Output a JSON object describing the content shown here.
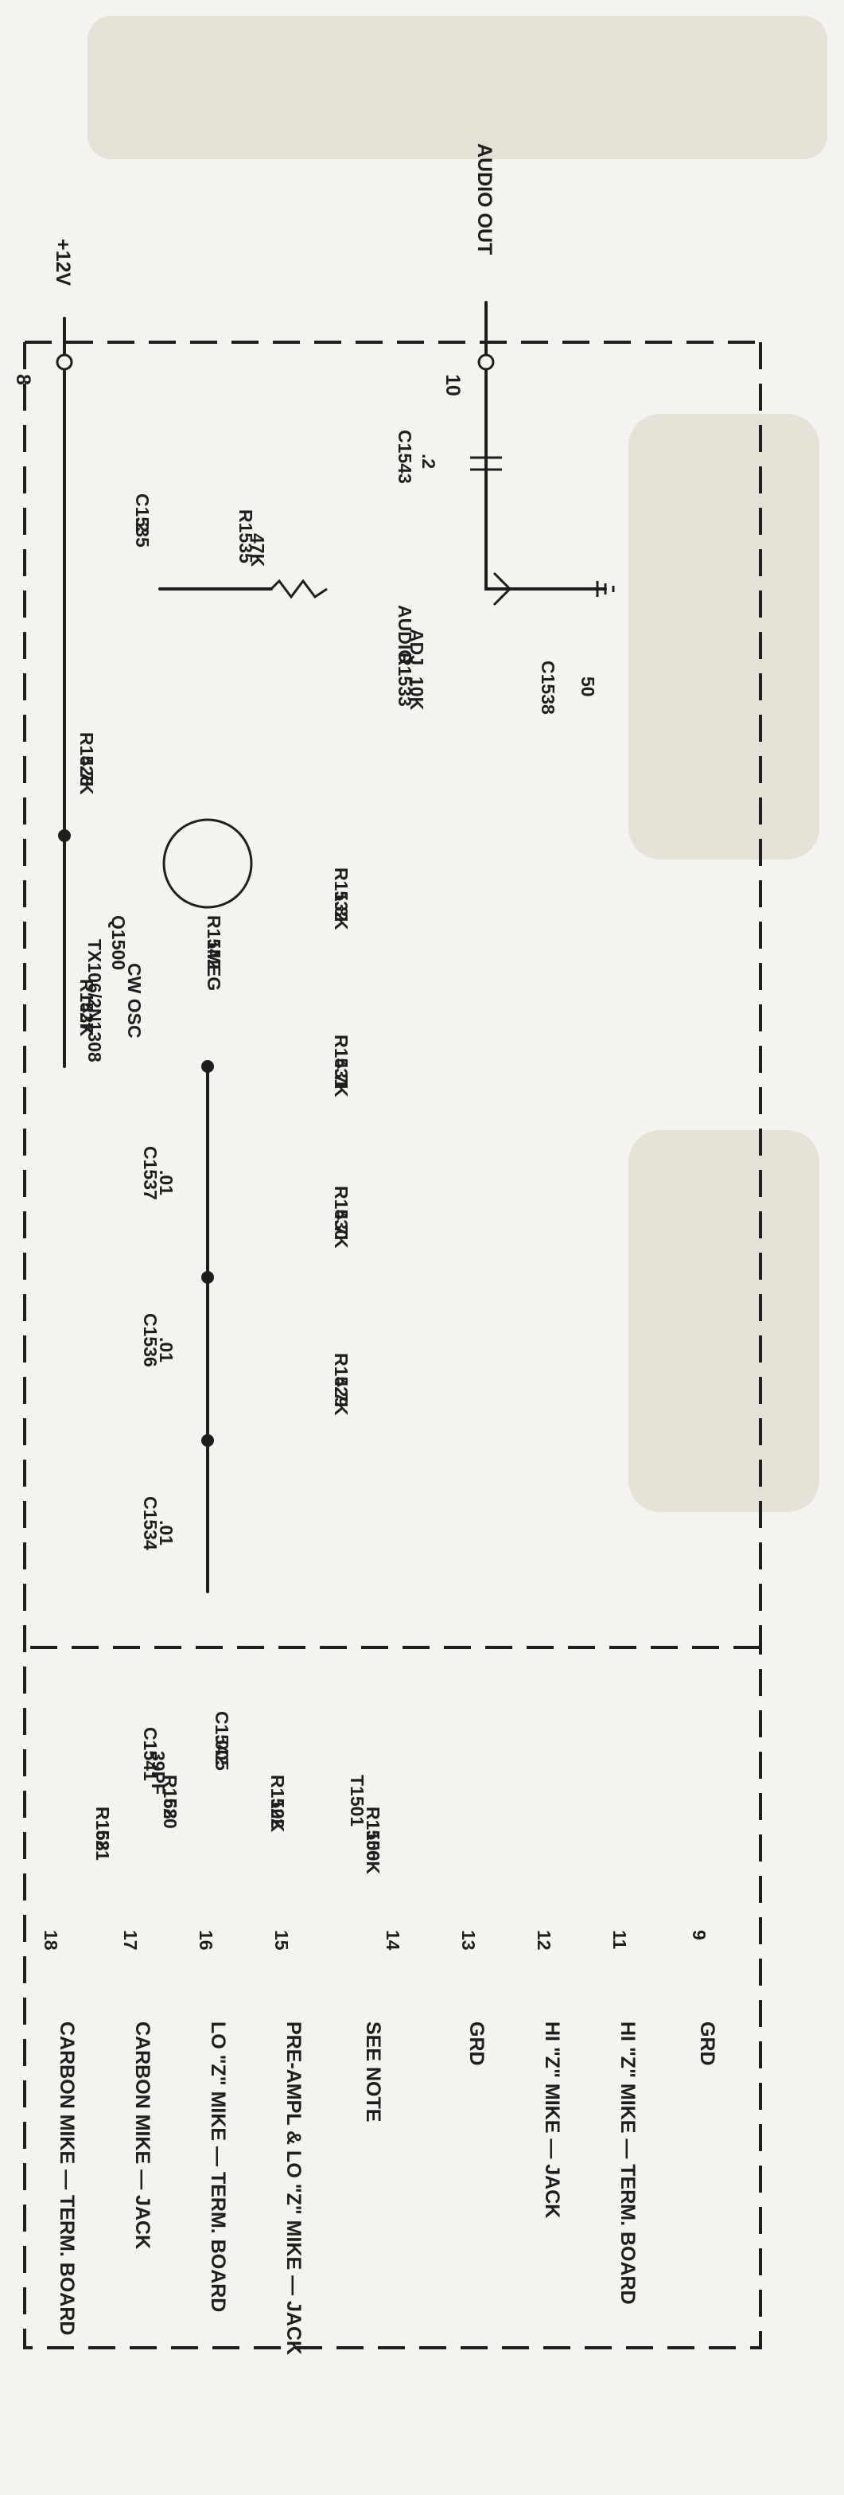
{
  "rails": {
    "supply": "+12V",
    "supply_pin": "8",
    "audio_out": "AUDIO OUT",
    "audio_out_pin": "10"
  },
  "components": {
    "c1535": {
      "ref": "C1535",
      "value": ".2"
    },
    "r1535": {
      "ref": "R1535",
      "value": "47K"
    },
    "c1543": {
      "ref": "C1543",
      "value": ".2"
    },
    "r1533": {
      "line1": "AUDIO",
      "line2": "ADJ",
      "ref": "R1533",
      "value": "10K"
    },
    "c1538": {
      "ref": "C1538",
      "value": "50"
    },
    "r1528": {
      "ref": "R1528",
      "value": "4.7K"
    },
    "r1532": {
      "ref": "R1532",
      "value": "1.8K"
    },
    "r1542": {
      "ref": "R1542",
      "value": "1MEG"
    },
    "q1500": {
      "ref": "Q1500",
      "type": "TX106/2N1308",
      "func": "CW OSC"
    },
    "r1527": {
      "ref": "R1527",
      "value": "43K"
    },
    "r1531": {
      "ref": "R1531",
      "value": "4.7K"
    },
    "c1537": {
      "ref": "C1537",
      "value": ".01"
    },
    "r1530": {
      "ref": "R1530",
      "value": "4.7K"
    },
    "c1536": {
      "ref": "C1536",
      "value": ".01"
    },
    "r1529": {
      "ref": "R1529",
      "value": "4.7K"
    },
    "c1534": {
      "ref": "C1534",
      "value": ".01"
    },
    "c1541": {
      "ref": "C1541",
      "value": "39PF"
    },
    "c1542": {
      "ref": "C1542",
      "value": ".005"
    },
    "r1521": {
      "ref": "R1521",
      "value": "68"
    },
    "r1520": {
      "ref": "R1520",
      "value": "68"
    },
    "t1501": {
      "ref": "T1501"
    },
    "r1522": {
      "ref": "R1522",
      "value": "10K"
    },
    "r1556": {
      "ref": "R1556",
      "value": "100K"
    }
  },
  "pins": [
    "18",
    "17",
    "16",
    "15",
    "14",
    "13",
    "12",
    "11",
    "9"
  ],
  "connectors": [
    "CARBON MIKE — TERM. BOARD",
    "CARBON MIKE — JACK",
    "LO \"Z\" MIKE — TERM. BOARD",
    "PRE-AMPL & LO \"Z\" MIKE — JACK",
    "SEE NOTE",
    "GRD",
    "HI \"Z\" MIKE — JACK",
    "HI \"Z\" MIKE — TERM. BOARD",
    "GRD"
  ]
}
